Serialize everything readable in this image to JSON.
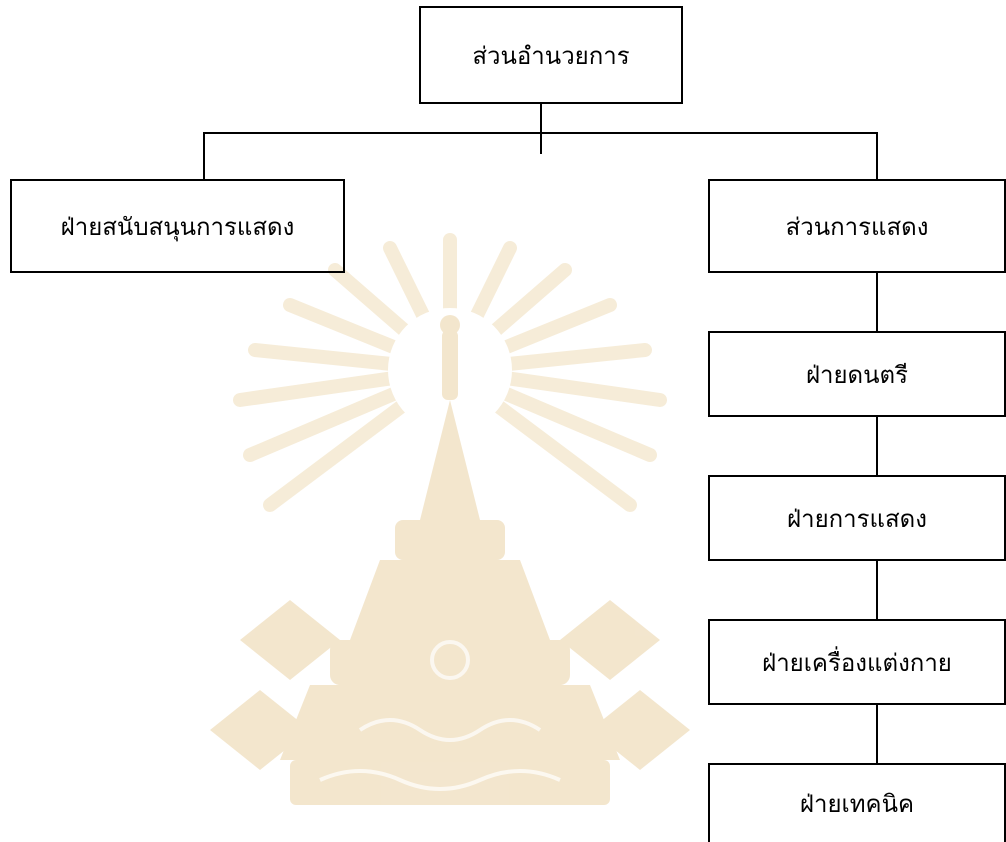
{
  "chart": {
    "nodes": {
      "director": "ส่วนอำนวยการ",
      "support": "ฝ่ายสนับสนุนการแสดง",
      "performance": "ส่วนการแสดง",
      "music": "ฝ่ายดนตรี",
      "acting": "ฝ่ายการแสดง",
      "costume": "ฝ่ายเครื่องแต่งกาย",
      "technical": "ฝ่ายเทคนิค"
    }
  },
  "colors": {
    "line": "#000000",
    "watermark": "#f2e3c4"
  },
  "icons": {
    "watermark": "university-emblem-watermark"
  }
}
